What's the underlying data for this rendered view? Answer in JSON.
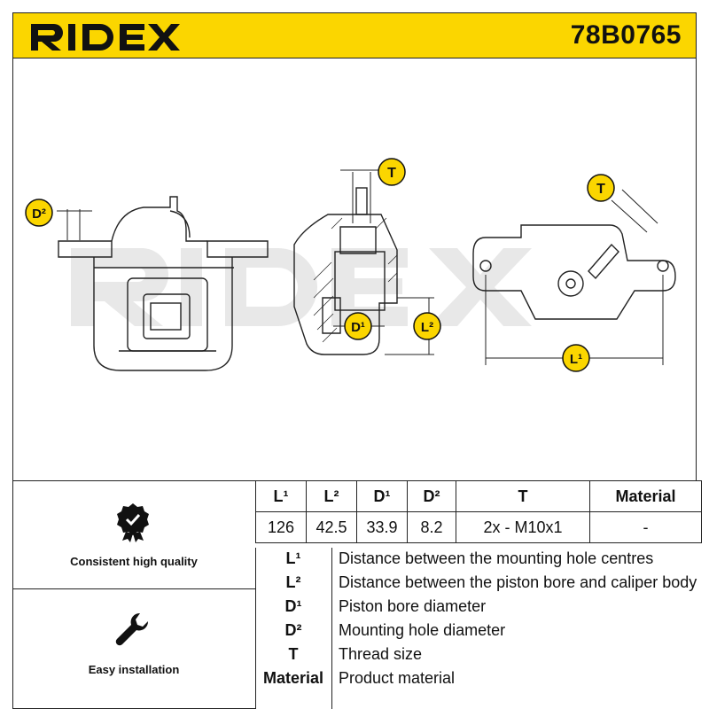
{
  "header": {
    "brand": "RIDEX",
    "part_number": "78B0765"
  },
  "watermark": "RIDEX",
  "callouts": {
    "t_top": "T",
    "t_right": "T",
    "d2": "D²",
    "d1": "D¹",
    "l2": "L²",
    "l1": "L¹"
  },
  "spec_table": {
    "headers": [
      "L¹",
      "L²",
      "D¹",
      "D²",
      "T",
      "Material"
    ],
    "values": [
      "126",
      "42.5",
      "33.9",
      "8.2",
      "2x - M10x1",
      "-"
    ]
  },
  "features": [
    {
      "label": "Consistent high quality",
      "icon": "quality-badge-icon"
    },
    {
      "label": "Easy installation",
      "icon": "wrench-icon"
    }
  ],
  "legend": [
    {
      "key": "L¹",
      "text": "Distance between the mounting hole centres"
    },
    {
      "key": "L²",
      "text": "Distance between the piston bore and caliper body"
    },
    {
      "key": "D¹",
      "text": "Piston bore diameter"
    },
    {
      "key": "D²",
      "text": "Mounting hole diameter"
    },
    {
      "key": "T",
      "text": "Thread size"
    },
    {
      "key": "Material",
      "text": "Product material"
    }
  ],
  "colors": {
    "brand_yellow": "#fbd600",
    "line": "#222222",
    "watermark": "#e6e6e6"
  }
}
